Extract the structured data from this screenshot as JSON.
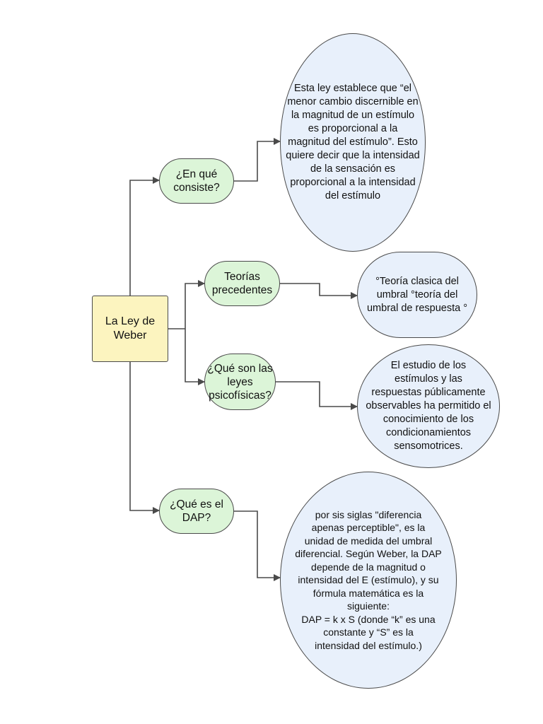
{
  "root": {
    "label": "La Ley de\nWeber"
  },
  "questions": [
    {
      "label": "¿En qué\nconsiste?"
    },
    {
      "label": "Teorías\nprecedentes"
    },
    {
      "label": "¿Qué son las\nleyes\npsicofísicas?"
    },
    {
      "label": "¿Qué es el\nDAP?"
    }
  ],
  "answers": [
    {
      "text": "Esta ley establece que “el\nmenor cambio discernible en\nla magnitud de un estímulo\nes proporcional a la\nmagnitud del estímulo”. Esto\nquiere decir que la intensidad\nde la sensación es\nproporcional a la intensidad\ndel estímulo"
    },
    {
      "text": "°Teoría clasica del\numbral     °teoría del\numbral de respuesta    °"
    },
    {
      "text": "El estudio de los\nestímulos y las\nrespuestas públicamente\nobservables ha permitido el\nconocimiento de los\ncondicionamientos\nsensomotrices."
    },
    {
      "text": "por sis siglas \"diferencia\napenas perceptible\", es la\nunidad de medida del umbral\ndiferencial. Según Weber, la DAP\ndepende de la magnitud o\nintensidad del E (estímulo), y su\nfórmula matemática es la\nsiguiente:\nDAP = k x S (donde “k” es una\nconstante y “S” es la\nintensidad del estímulo.)"
    }
  ],
  "colors": {
    "root_fill": "#fcf4bf",
    "question_fill": "#dcf5d8",
    "answer_fill": "#e8f0fb",
    "stroke": "#4a4a4a"
  }
}
